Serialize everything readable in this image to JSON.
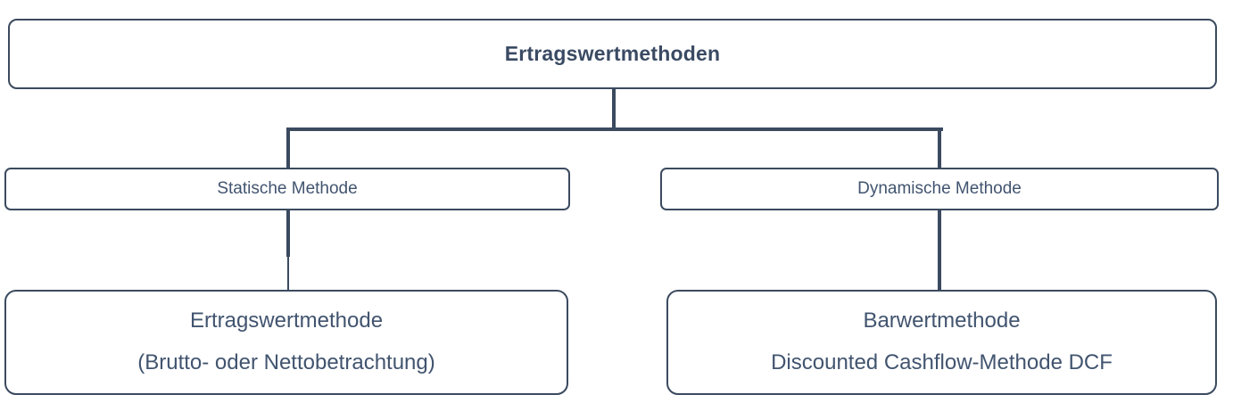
{
  "diagram": {
    "title": "Ertragswertmethoden",
    "colors": {
      "stroke": "#3b4a5f",
      "text": "#41546f",
      "title_text": "#3a4a63",
      "background": "#ffffff"
    },
    "nodes": {
      "root": {
        "label": "Ertragswertmethoden"
      },
      "static": {
        "label": "Statische Methode"
      },
      "dynamic": {
        "label": "Dynamische Methode"
      },
      "static_leaf": {
        "line1": "Ertragswertmethode",
        "line2": "(Brutto- oder Nettobetrachtung)"
      },
      "dynamic_leaf": {
        "line1": "Barwertmethode",
        "line2": "Discounted Cashflow-Methode DCF"
      }
    }
  }
}
